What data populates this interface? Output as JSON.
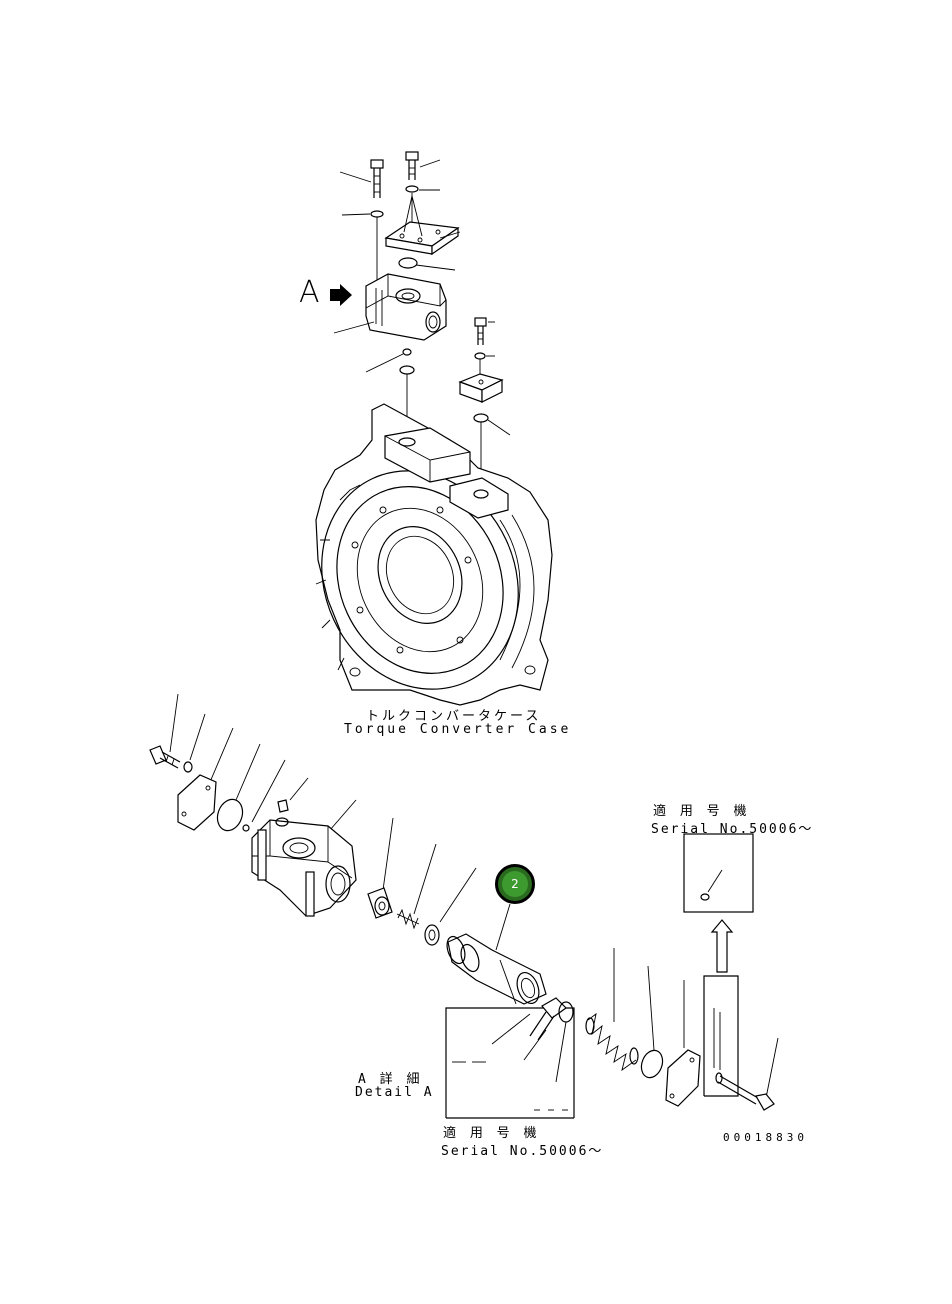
{
  "labels": {
    "case_jp": "トルクコンバータケース",
    "case_en": "Torque Converter Case",
    "view_marker": "A",
    "detail_jp": "A 詳 細",
    "detail_en": "Detail A",
    "serial_jp_1": "適 用 号 機",
    "serial_en_1": "Serial No.50006〜",
    "serial_jp_2": "適 用 号 機",
    "serial_en_2": "Serial No.50006〜",
    "drawing_no": "00018830",
    "callout_number": "2"
  },
  "colors": {
    "line": "#000000",
    "background": "#ffffff",
    "callout_fill": "#3c9a2e",
    "callout_ring": "#2a6b20"
  }
}
